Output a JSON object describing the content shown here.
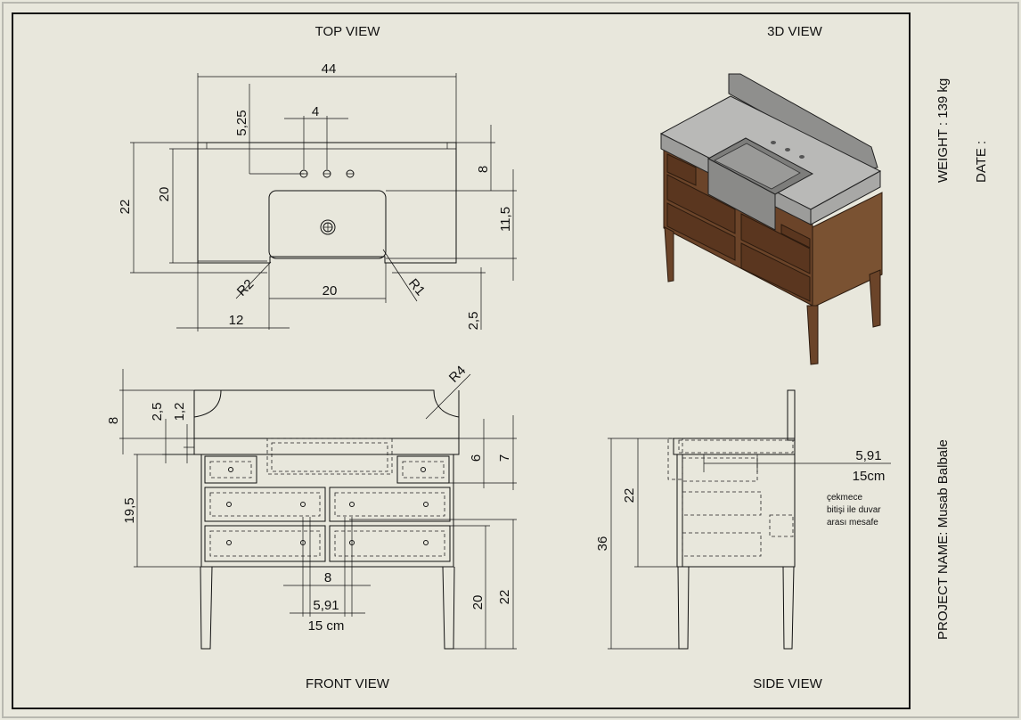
{
  "views": {
    "top": "TOP VIEW",
    "iso": "3D VIEW",
    "front": "FRONT VIEW",
    "side": "SIDE VIEW"
  },
  "title_block": {
    "weight": "WEIGHT : 139 kg",
    "date": "DATE :",
    "project": "PROJECT NAME: Musab Balbale"
  },
  "top_dims": {
    "overall_width": "44",
    "hole_offset": "5,25",
    "hole_spacing": "4",
    "depth_outer": "22",
    "depth_inner": "20",
    "back_to_sink": "8",
    "sink_depth": "11,5",
    "front_gap": "2,5",
    "sink_width": "20",
    "left_offset": "12",
    "radius_left": "R2",
    "radius_right": "R1"
  },
  "front_dims": {
    "backsplash_radius": "R4",
    "backsplash": "8",
    "top_thk": "2,5",
    "lip": "1,2",
    "cabinet_height": "19,5",
    "upper_drawer": "6",
    "upper_drawer_gap": "7",
    "drawer_spacing": "8",
    "drawer_gap": "5,91",
    "drawer_gap_cm": "15 cm",
    "leg_height": "20",
    "floor_to_drawer": "22"
  },
  "side_dims": {
    "overall_height": "36",
    "body_height": "22",
    "wall_gap": "5,91",
    "wall_gap_cm": "15cm",
    "note_line1": "çekmece",
    "note_line2": "bitişi  ile duvar",
    "note_line3": "arası mesafe"
  },
  "colors": {
    "paper": "#e8e7dc",
    "wood": "#7a5232",
    "wood_dark": "#4b2e19",
    "stone": "#b9b9b7"
  }
}
